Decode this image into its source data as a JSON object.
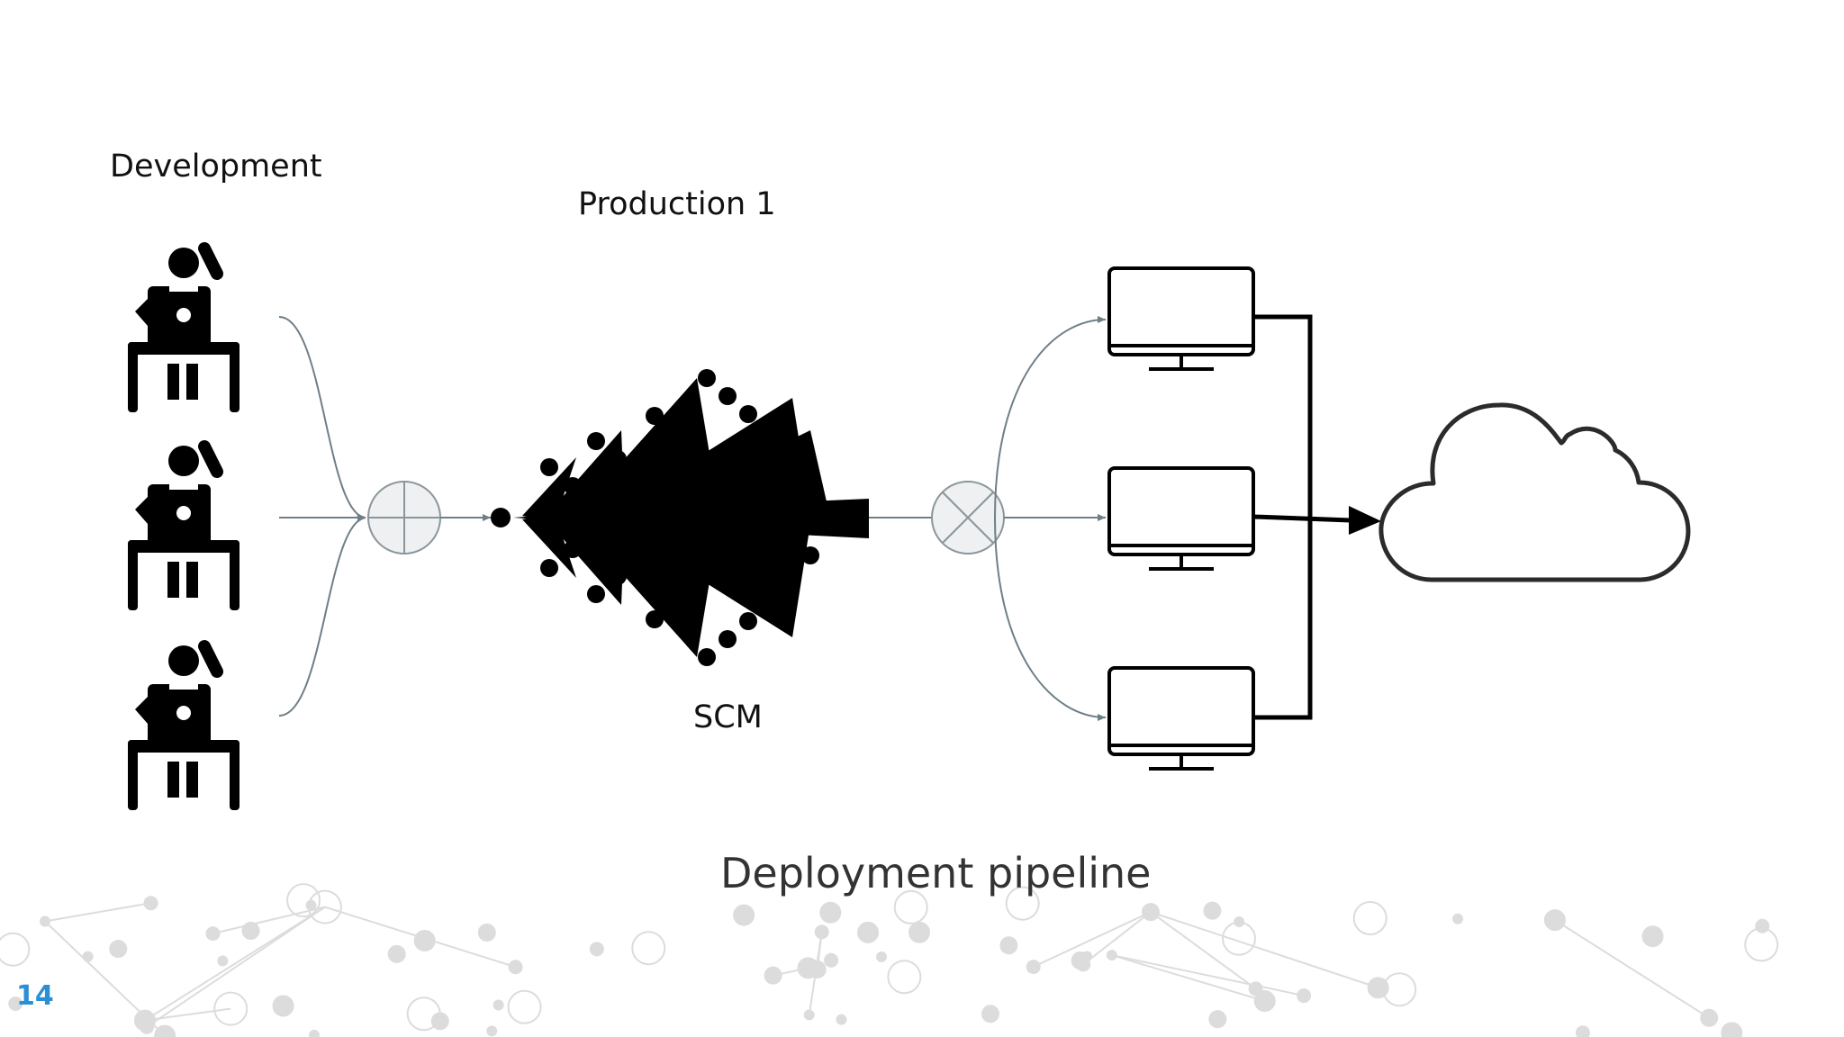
{
  "slide": {
    "number": "14",
    "caption": "Deployment pipeline"
  },
  "diagram": {
    "development_label": "Development",
    "production_label": "Production 1",
    "scm_label": "SCM",
    "icons": {
      "developers": [
        "developer-icon",
        "developer-icon",
        "developer-icon"
      ],
      "merge": "merge-circle-plus-icon",
      "scm": "fishbone-icon",
      "distribute": "circle-x-icon",
      "servers": [
        "monitor-icon",
        "monitor-icon",
        "monitor-icon"
      ],
      "target": "cloud-icon"
    }
  },
  "colors": {
    "connector": "#6f7f88",
    "icon": "#000000",
    "accent": "#2b8fd6",
    "background_network": "#dcdcdc"
  }
}
